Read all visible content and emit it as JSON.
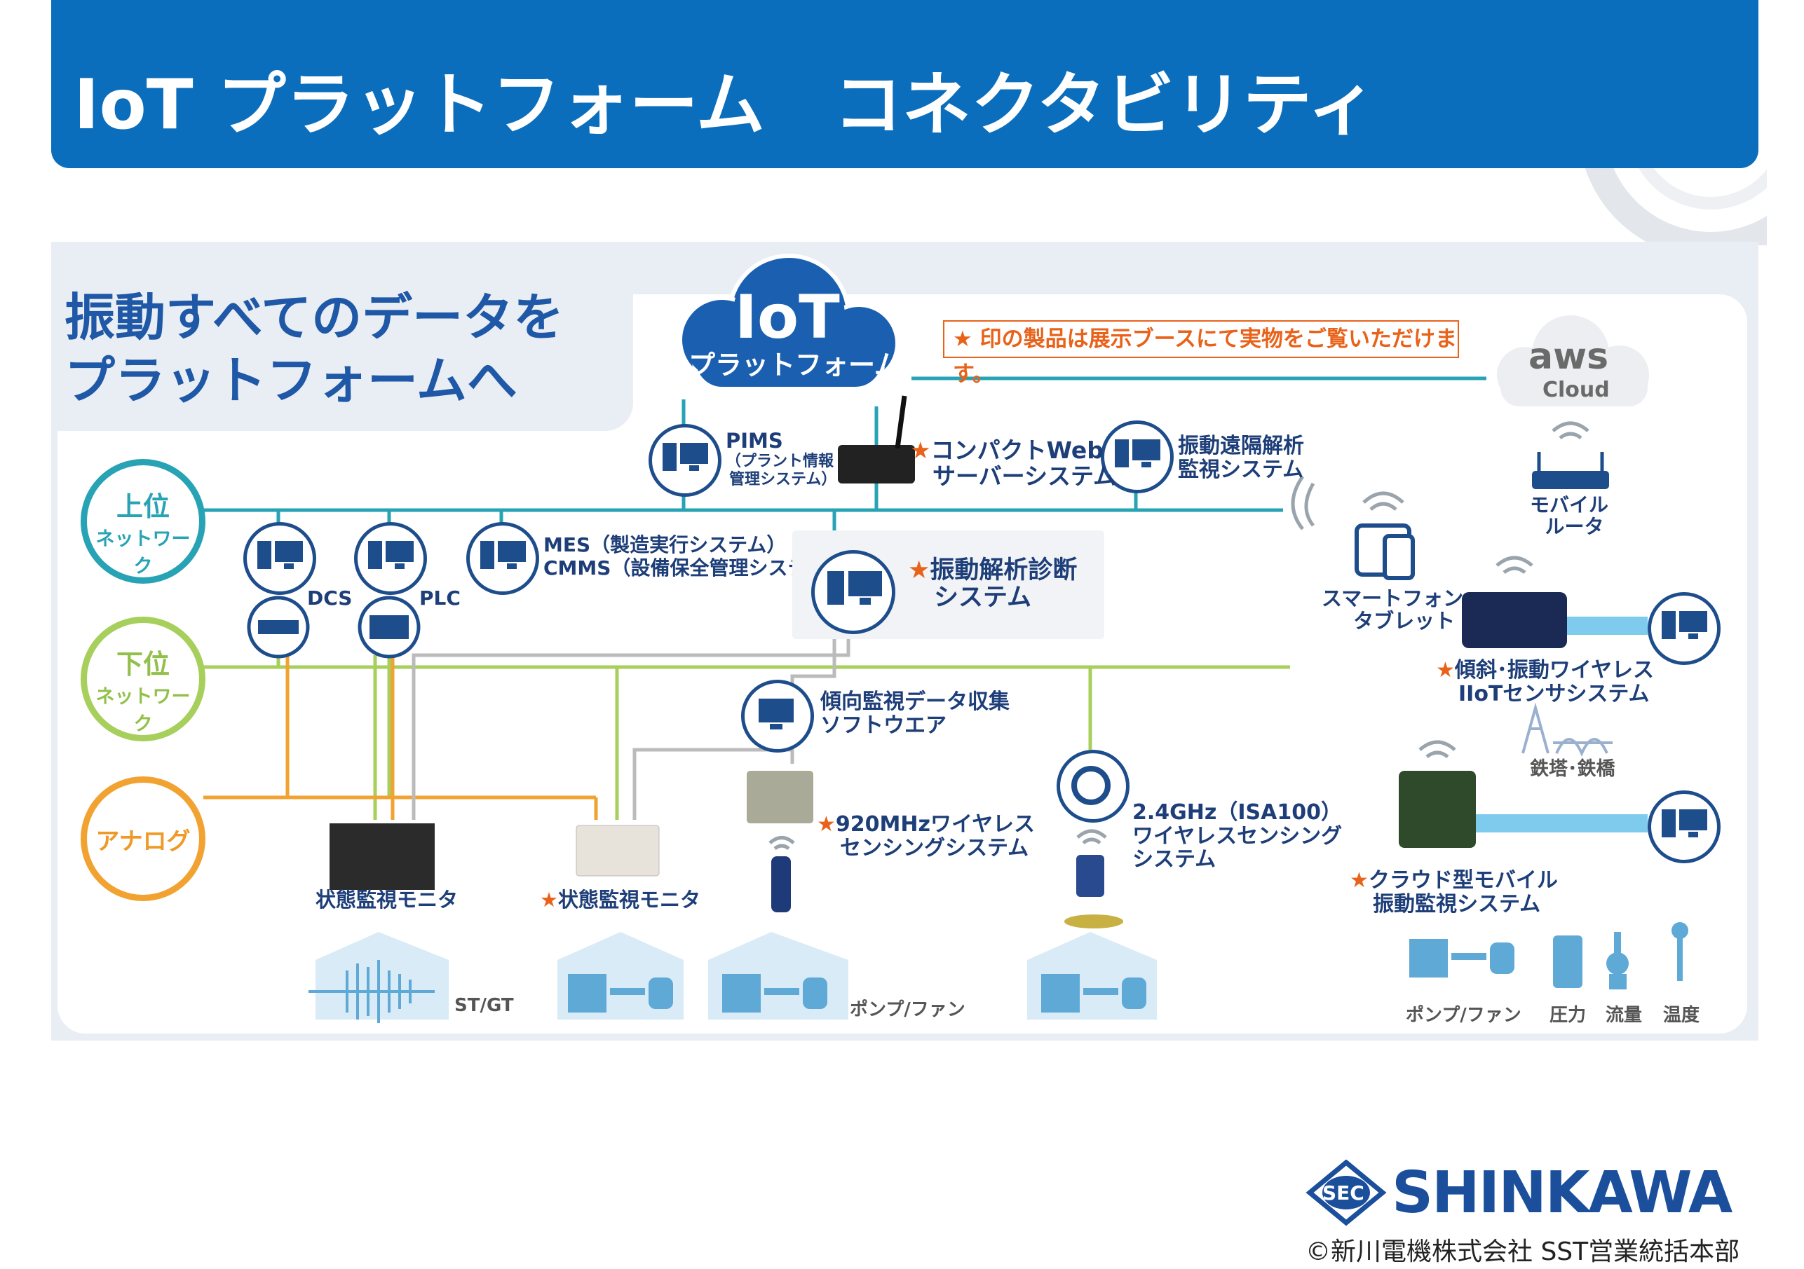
{
  "title": "IoT プラットフォーム　コネクタビリティ",
  "headline": [
    "振動すべてのデータを",
    "プラットフォームへ"
  ],
  "cloud": {
    "line1": "IoT",
    "line2": "プラットフォーム"
  },
  "note": "★ 印の製品は展示ブースにて実物をご覧いただけます。",
  "aws": {
    "name": "aws",
    "sub": "Cloud"
  },
  "networks": {
    "upper": [
      "上位",
      "ネットワーク"
    ],
    "lower": [
      "下位",
      "ネットワーク"
    ],
    "analog": "アナログ"
  },
  "labels": {
    "pims": [
      "PIMS",
      "（プラント情報",
      "管理システム）"
    ],
    "web_server": [
      "コンパクトWeb",
      "サーバーシステム"
    ],
    "remote": [
      "振動遠隔解析",
      "監視システム"
    ],
    "mobile_router": [
      "モバイル",
      "ルータ"
    ],
    "dcs": "DCS",
    "plc": "PLC",
    "mes": "MES（製造実行システム）",
    "cmms": "CMMS（設備保全管理システム）",
    "diagnosis": [
      "振動解析診断",
      "システム"
    ],
    "smartphone": [
      "スマートフォン",
      "タブレット"
    ],
    "tilt": [
      "傾斜･振動ワイヤレス",
      "IIoTセンサシステム"
    ],
    "tower": "鉄塔･鉄橋",
    "trend": [
      "傾向監視データ収集",
      "ソフトウエア"
    ],
    "ghz": [
      "2.4GHz（ISA100）",
      "ワイヤレスセンシング",
      "システム"
    ],
    "mhz": [
      "920MHzワイヤレス",
      "センシングシステム"
    ],
    "monitor1": "状態監視モニタ",
    "monitor2": "状態監視モニタ",
    "cloud_mobile": [
      "クラウド型モバイル",
      "振動監視システム"
    ],
    "stgt": "ST/GT",
    "pump_fan1": "ポンプ/ファン",
    "pump_fan2": "ポンプ/ファン",
    "pressure": "圧力",
    "flow": "流量",
    "temperature": "温度"
  },
  "star": "★",
  "logo": {
    "mark": "SEC",
    "name": "SHINKAWA"
  },
  "copyright": "©新川電機株式会社 SST営業統括本部",
  "colors": {
    "primary": "#0a6ebd",
    "dark": "#1e4d8c",
    "upper_line": "#27a3b5",
    "lower_line": "#a7cf5b",
    "analog_line": "#f2a230",
    "gray_line": "#bbbbbb",
    "wireless_link": "#7ecbee",
    "star": "#e8621a"
  }
}
